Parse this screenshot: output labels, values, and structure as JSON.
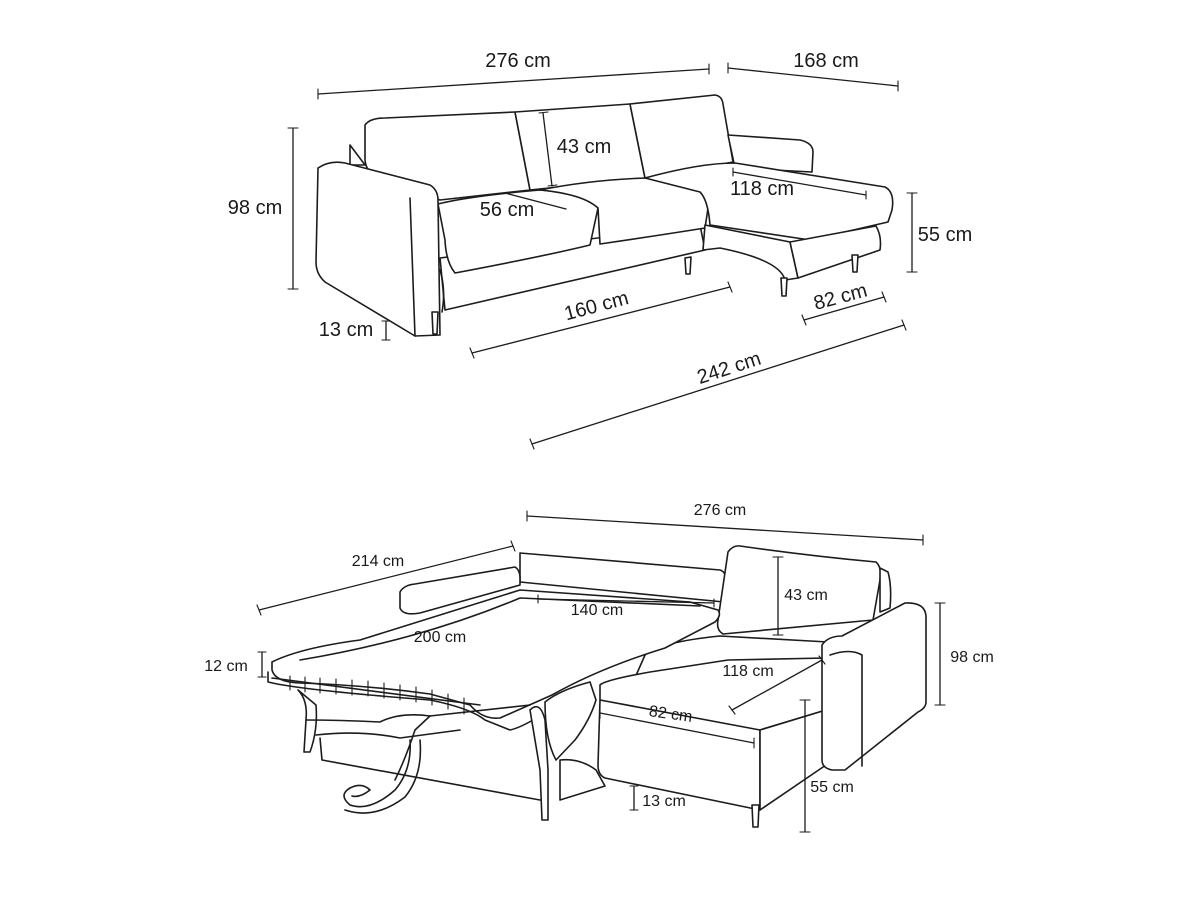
{
  "top_view": {
    "dim_total_length": "276 cm",
    "dim_chaise_depth": "168 cm",
    "dim_back_height": "43 cm",
    "dim_seat_depth": "56 cm",
    "dim_chaise_length": "118 cm",
    "dim_total_height": "98 cm",
    "dim_seat_height": "55 cm",
    "dim_seat_width": "160 cm",
    "dim_chaise_width": "82 cm",
    "dim_leg_height": "13 cm",
    "dim_overall_diagonal": "242 cm"
  },
  "bottom_view": {
    "dim_total_length": "276 cm",
    "dim_bed_length": "214 cm",
    "dim_mattress_length": "200 cm",
    "dim_mattress_width": "140 cm",
    "dim_back_height": "43 cm",
    "dim_total_height": "98 cm",
    "dim_mattress_thickness": "12 cm",
    "dim_chaise_length": "118 cm",
    "dim_chaise_width": "82 cm",
    "dim_seat_height": "55 cm",
    "dim_leg_height": "13 cm"
  }
}
